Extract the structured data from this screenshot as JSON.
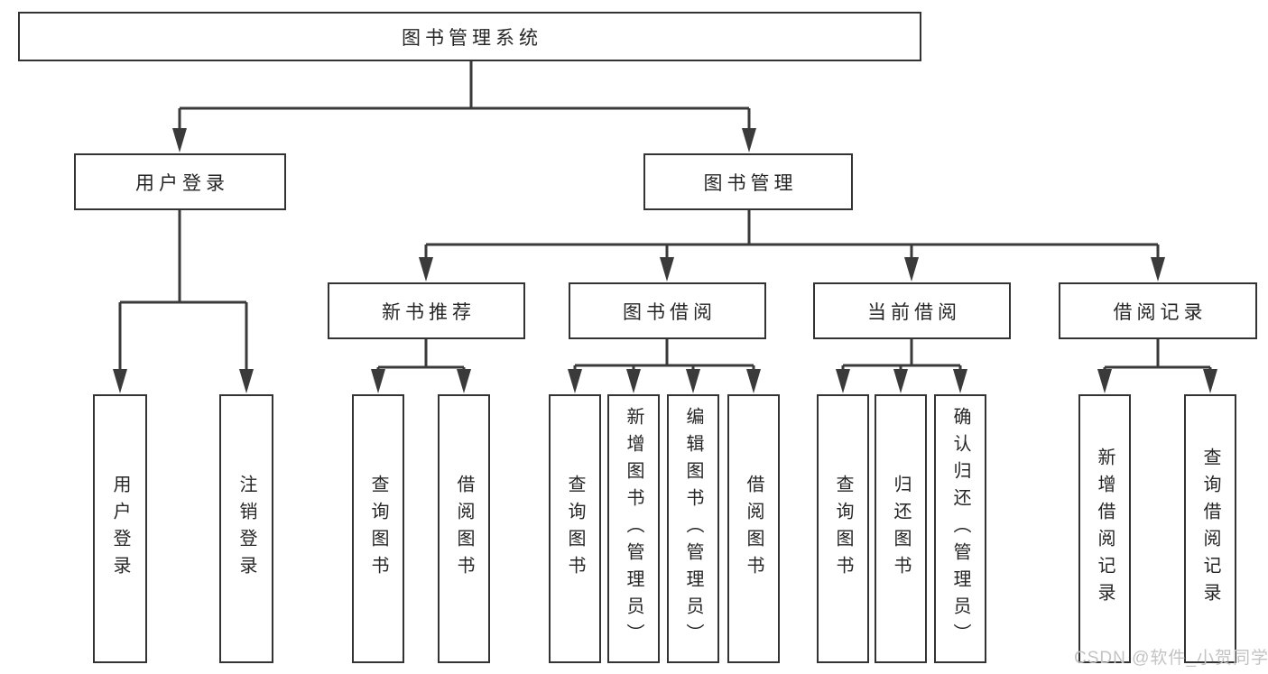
{
  "diagram": {
    "title": "图书管理系统",
    "root": {
      "label": "图书管理系统"
    },
    "branches": [
      {
        "label": "用户登录",
        "children": [
          {
            "label": "用户登录"
          },
          {
            "label": "注销登录"
          }
        ]
      },
      {
        "label": "图书管理",
        "children": [
          {
            "label": "新书推荐",
            "children": [
              {
                "label": "查询图书"
              },
              {
                "label": "借阅图书"
              }
            ]
          },
          {
            "label": "图书借阅",
            "children": [
              {
                "label": "查询图书"
              },
              {
                "label": "新增图书（管理员）"
              },
              {
                "label": "编辑图书（管理员）"
              },
              {
                "label": "借阅图书"
              }
            ]
          },
          {
            "label": "当前借阅",
            "children": [
              {
                "label": "查询图书"
              },
              {
                "label": "归还图书"
              },
              {
                "label": "确认归还（管理员）"
              }
            ]
          },
          {
            "label": "借阅记录",
            "children": [
              {
                "label": "新增借阅记录"
              },
              {
                "label": "查询借阅记录"
              }
            ]
          }
        ]
      }
    ]
  },
  "watermark": {
    "text": "CSDN @软件_小贺同学"
  },
  "colors": {
    "line": "#3a3a3a",
    "box_border": "#333333",
    "text": "#262626",
    "background": "#ffffff",
    "watermark": "#c3c3c3"
  }
}
